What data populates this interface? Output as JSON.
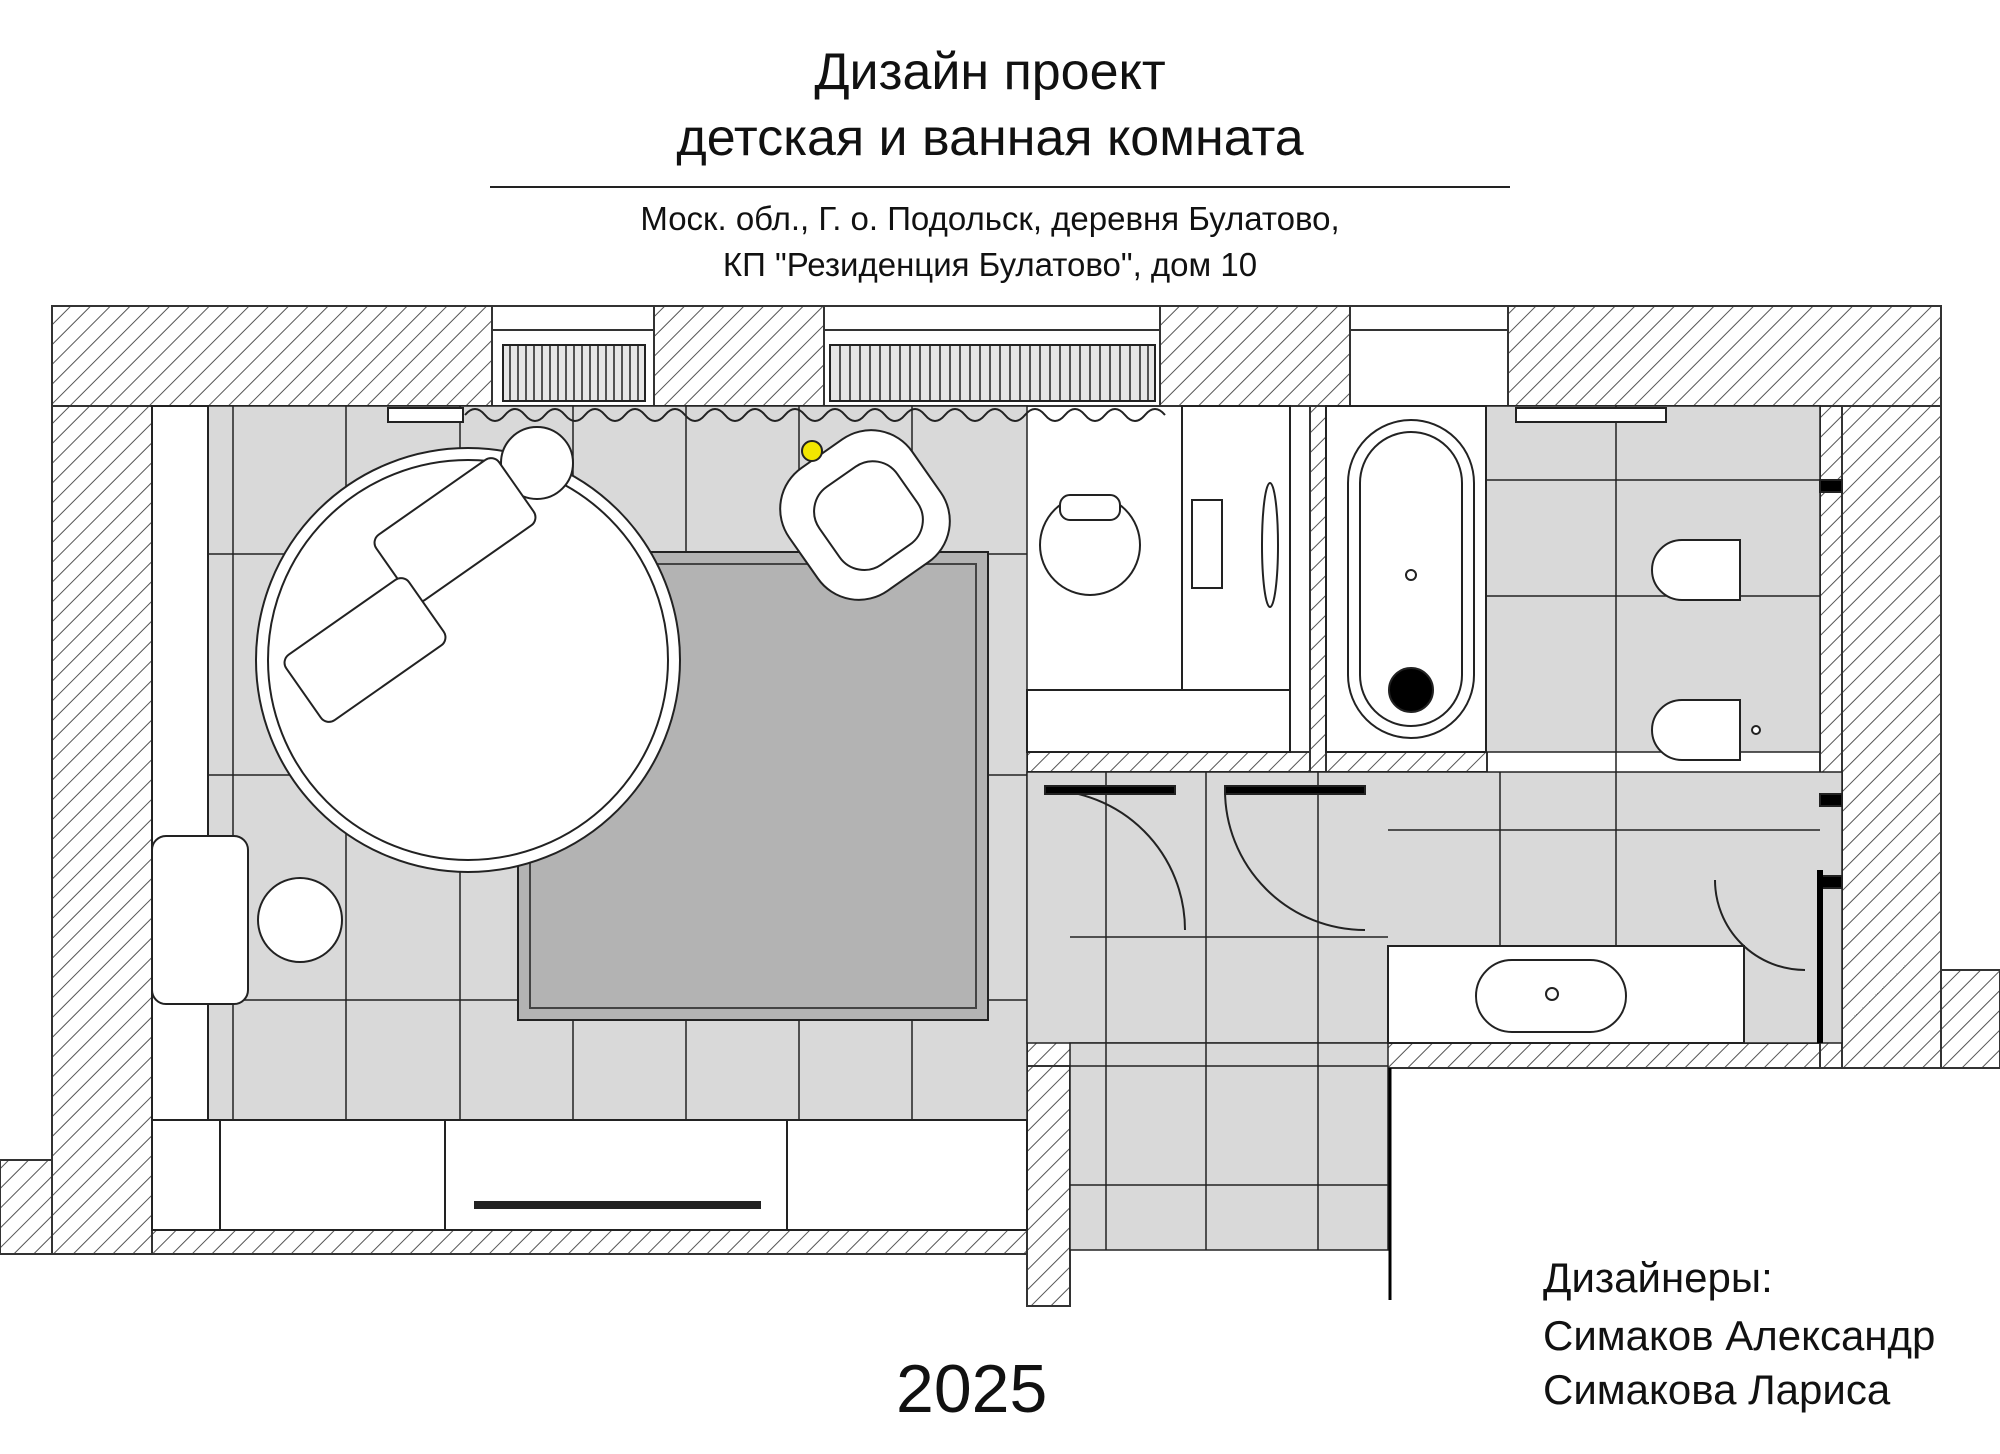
{
  "title": {
    "line1": "Дизайн проект",
    "line2": "детская и ванная комната"
  },
  "address": {
    "line1": "Моск. обл., Г. о. Подольск, деревня Булатово,",
    "line2": "КП \"Резиденция Булатово\", дом 10"
  },
  "year": "2025",
  "designers": {
    "label": "Дизайнеры:",
    "names": [
      "Симаков Александр",
      "Симакова Лариса"
    ]
  },
  "colors": {
    "wall_hatch": "#555555",
    "floor_tile": "#d9d9d9",
    "rug": "#b3b3b3",
    "lamp_accent": "#f2e600",
    "furniture": "#ffffff"
  }
}
